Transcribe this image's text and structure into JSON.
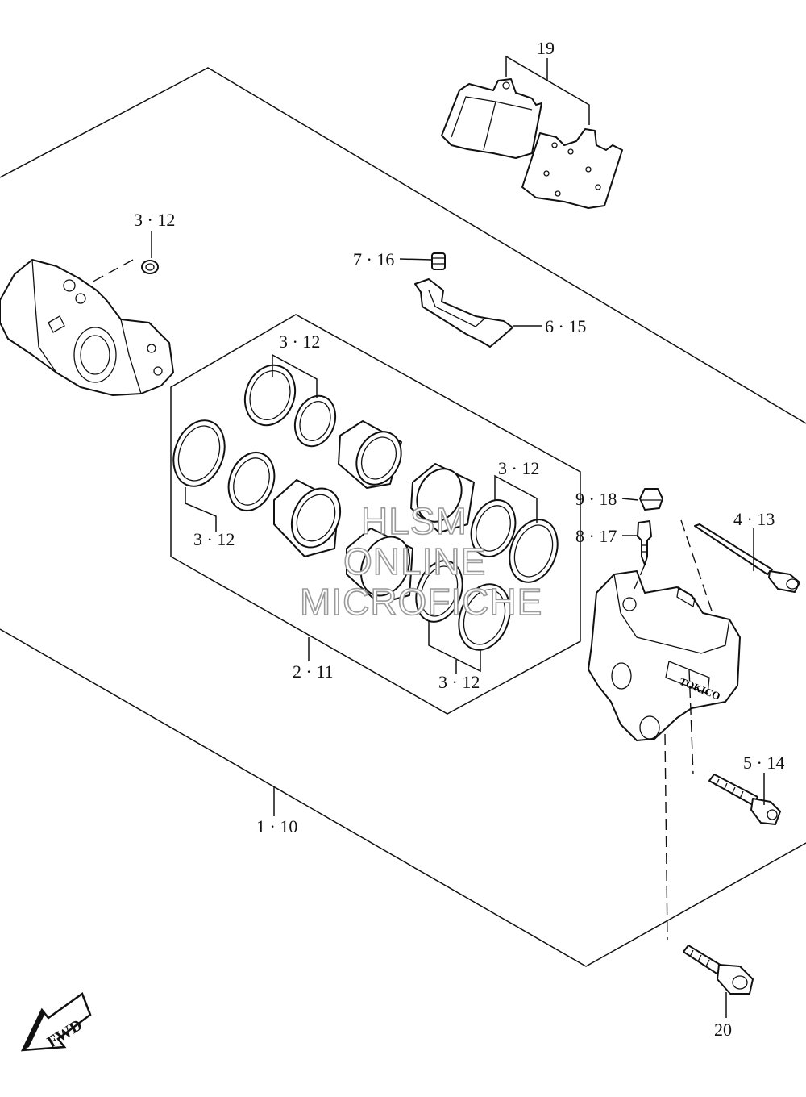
{
  "callouts": {
    "c19": "19",
    "c3_12_top": "3 · 12",
    "c7_16": "7 · 16",
    "c6_15": "6 · 15",
    "c3_12_kit_top": "3 · 12",
    "c3_12_kit_right": "3 · 12",
    "c3_12_kit_left": "3 · 12",
    "c9_18": "9 · 18",
    "c4_13": "4 · 13",
    "c8_17": "8 · 17",
    "c2_11": "2 · 11",
    "c3_12_kit_bottom": "3 · 12",
    "c5_14": "5 · 14",
    "c1_10": "1 · 10",
    "c20": "20"
  },
  "watermark": {
    "line1": "HLSM",
    "line2": "ONLINE",
    "line3": "MICROFICHE"
  },
  "fwd_label": "FWD",
  "caliper_stamp": "TOKICO"
}
